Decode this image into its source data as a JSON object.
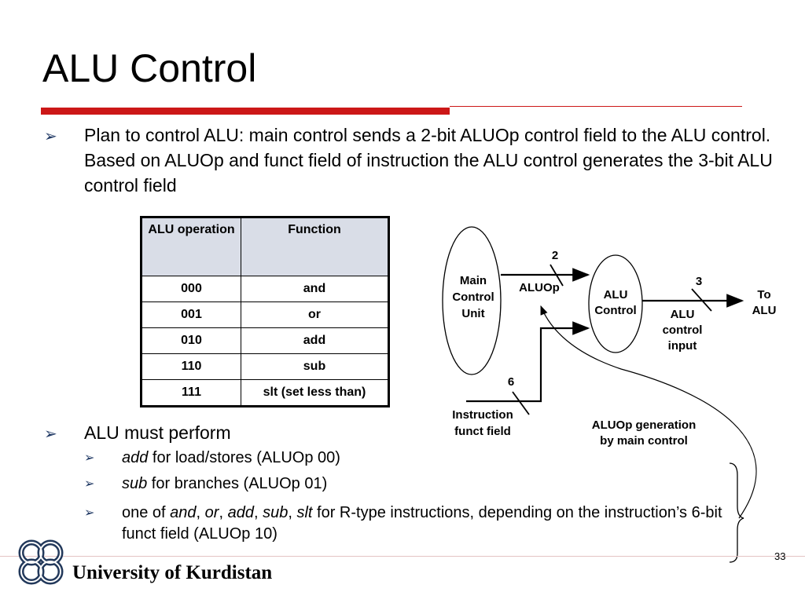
{
  "slide": {
    "title": "ALU Control",
    "page_number": "33",
    "colors": {
      "accent": "#cc1717",
      "arrow": "#1f3864",
      "table_header_bg": "#d9dde7"
    }
  },
  "bullets": {
    "intro": "Plan to control ALU: main control sends a 2-bit ALUOp control field to the ALU control. Based on ALUOp and funct field of instruction the ALU control generates the 3-bit ALU control field",
    "perform": "ALU must perform",
    "sub1": {
      "emph": "add",
      "text": " for load/stores (ALUOp 00)"
    },
    "sub2": {
      "emph": "sub",
      "text": " for branches (ALUOp 01)"
    },
    "sub3": {
      "p1": "one of ",
      "and": "and",
      "sep1": ", ",
      "or": "or",
      "sep2": ", ",
      "add": "add",
      "sep3": ", ",
      "sub": "sub",
      "sep4": ", ",
      "slt": "slt",
      "p2": " for R-type instructions, depending on the instruction’s 6-bit funct field (ALUOp 10)"
    }
  },
  "table": {
    "headers": [
      "ALU operation",
      "Function"
    ],
    "rows": [
      [
        "000",
        "and"
      ],
      [
        "001",
        "or"
      ],
      [
        "010",
        "add"
      ],
      [
        "110",
        "sub"
      ],
      [
        "111",
        "slt (set less than)"
      ]
    ]
  },
  "diagram": {
    "main_control": [
      "Main",
      "Control",
      "Unit"
    ],
    "aluop": "ALUOp",
    "bits_2": "2",
    "alu_control": [
      "ALU",
      "Control"
    ],
    "bits_3": "3",
    "to_alu": [
      "To",
      "ALU"
    ],
    "alu_control_input": [
      "ALU",
      "control",
      "input"
    ],
    "bits_6": "6",
    "instruction_funct": [
      "Instruction",
      "funct field"
    ],
    "aluop_generation": [
      "ALUOp generation",
      "by main control"
    ]
  },
  "footer": {
    "university": "University of Kurdistan",
    "logo_icon": "university-knot-logo-icon"
  }
}
